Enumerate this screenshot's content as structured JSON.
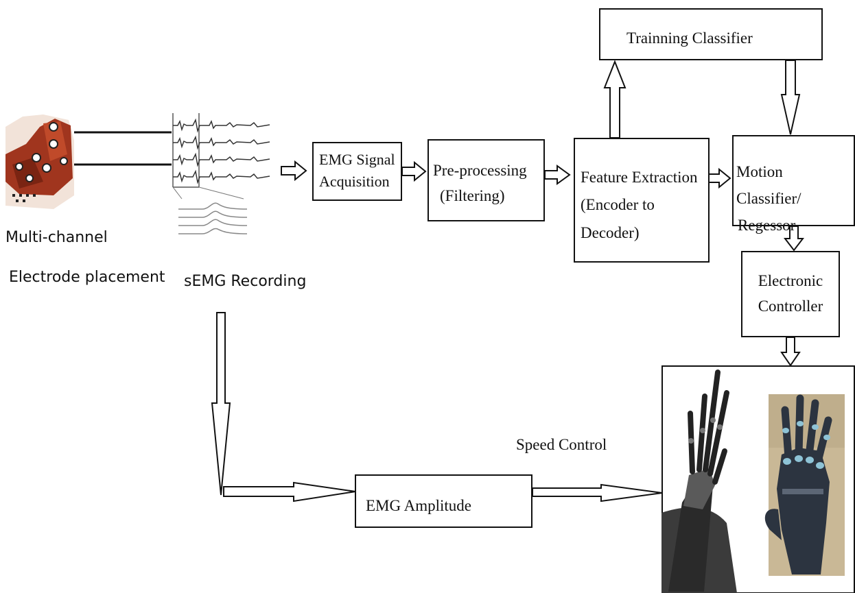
{
  "labels": {
    "electrode_line1": "Multi-channel",
    "electrode_line2": "Electrode placement",
    "recording": "sEMG Recording",
    "speed_control": "Speed Control"
  },
  "boxes": {
    "acquisition": [
      "EMG Signal",
      "Acquisition"
    ],
    "preprocessing": [
      "Pre-processing",
      "(Filtering)"
    ],
    "feature_extraction": [
      "Feature Extraction",
      "(Encoder to",
      "Decoder)"
    ],
    "training_classifier": [
      "Trainning Classifier"
    ],
    "motion_classifier": [
      "Motion Classifier/",
      "Regessor"
    ],
    "electronic_controller": [
      "Electronic",
      "Controller"
    ],
    "emg_amplitude": [
      "EMG Amplitude"
    ]
  },
  "colors": {
    "stroke": "#111111",
    "electrode_tissue": "#a0351e",
    "prosthetic_dark": "#2c3440",
    "prosthetic_joint": "#8ec3d6"
  }
}
